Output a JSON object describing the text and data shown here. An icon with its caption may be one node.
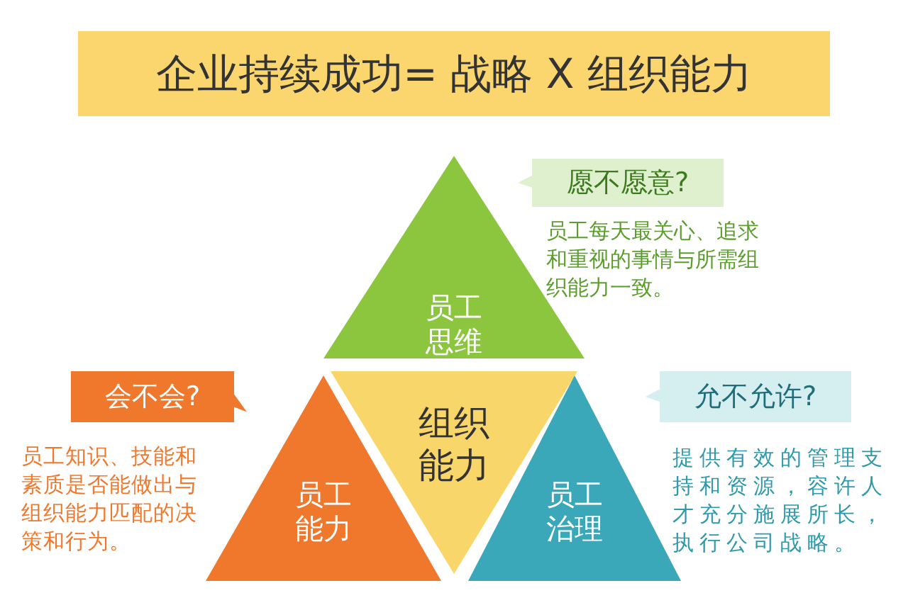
{
  "diagram": {
    "title": "企业持续成功= 战略 X 组织能力",
    "nodes": [
      {
        "text": [
          "员工思维"
        ]
      },
      {
        "text": [
          "组织能力"
        ]
      },
      {
        "text": [
          "员工能力"
        ]
      },
      {
        "text": [
          "员工治理"
        ]
      },
      {
        "text": [
          "愿不愿意?"
        ],
        "beside": [
          "员工每天最关心、追求和重视的事情与所需组织能力一致。"
        ]
      },
      {
        "text": [
          "会不会?"
        ]
      },
      {
        "text": [
          "允不允许?"
        ]
      }
    ],
    "labels": [
      "员工知识、技能和素质是否能做出与组织能力匹配的决策和行为。",
      "提供有效的管理支持和资源，容许人才充分施展所长，执行公司战略。"
    ]
  }
}
